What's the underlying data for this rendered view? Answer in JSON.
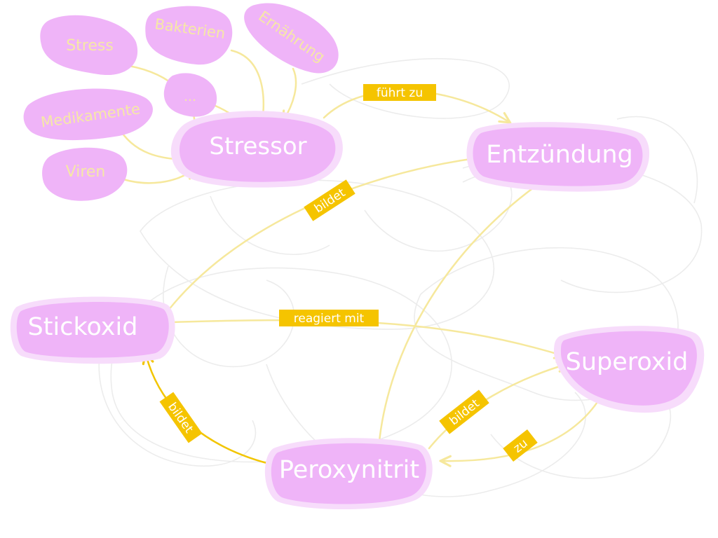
{
  "colors": {
    "node_fill": "#efb4f8",
    "node_halo": "#f7dcfb",
    "edge": "#f6e89c",
    "edge_strong": "#f2c500",
    "label_bg": "#f5c400",
    "node_text": "#ffffff",
    "cause_text": "#f6e8a6",
    "scribble": "#ececec"
  },
  "nodes": {
    "stressor": "Stressor",
    "entzuendung": "Entzündung",
    "stickoxid": "Stickoxid",
    "superoxid": "Superoxid",
    "peroxynitrit": "Peroxynitrit"
  },
  "causes": {
    "stress": "Stress",
    "bakterien": "Bakterien",
    "ernaehrung": "Ernährung",
    "ellipsis": "...",
    "medikamente": "Medikamente",
    "viren": "Viren"
  },
  "edge_labels": {
    "fuehrt_zu": "führt zu",
    "bildet_entzuendung": "bildet",
    "reagiert_mit": "reagiert mit",
    "bildet_peroxynitrit_stickoxid": "bildet",
    "bildet_peroxynitrit_superoxid": "bildet",
    "zu": "zu"
  }
}
